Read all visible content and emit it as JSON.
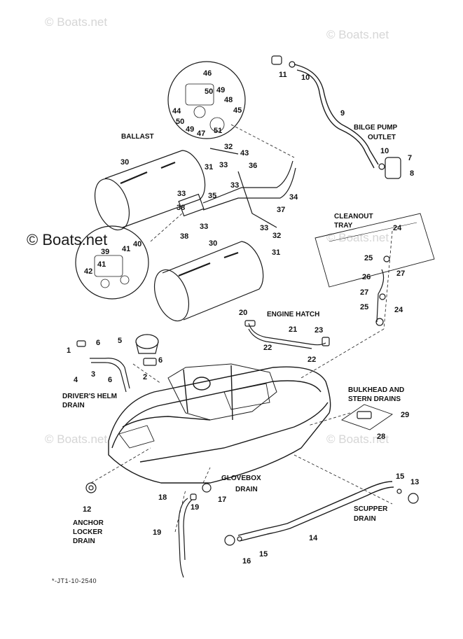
{
  "watermarks": {
    "small": "© Boats.net",
    "big": "© Boats.net"
  },
  "captions": {
    "ballast": "BALLAST",
    "bilge_pump_outlet_1": "BILGE PUMP",
    "bilge_pump_outlet_2": "OUTLET",
    "cleanout_tray_1": "CLEANOUT",
    "cleanout_tray_2": "TRAY",
    "engine_hatch": "ENGINE HATCH",
    "drivers_helm_drain_1": "DRIVER'S HELM",
    "drivers_helm_drain_2": "DRAIN",
    "bulkhead_stern_drains_1": "BULKHEAD AND",
    "bulkhead_stern_drains_2": "STERN DRAINS",
    "glovebox_drain_1": "GLOVEBOX",
    "glovebox_drain_2": "DRAIN",
    "scupper_drain_1": "SCUPPER",
    "scupper_drain_2": "DRAIN",
    "anchor_locker_drain_1": "ANCHOR",
    "anchor_locker_drain_2": "LOCKER",
    "anchor_locker_drain_3": "DRAIN"
  },
  "drawing_code": "*-JT1-10-2540",
  "part_numbers": [
    {
      "id": "p46",
      "label": "46"
    },
    {
      "id": "p50a",
      "label": "50"
    },
    {
      "id": "p49a",
      "label": "49"
    },
    {
      "id": "p48",
      "label": "48"
    },
    {
      "id": "p44",
      "label": "44"
    },
    {
      "id": "p45",
      "label": "45"
    },
    {
      "id": "p50b",
      "label": "50"
    },
    {
      "id": "p49b",
      "label": "49"
    },
    {
      "id": "p47",
      "label": "47"
    },
    {
      "id": "p51",
      "label": "51"
    },
    {
      "id": "p11",
      "label": "11"
    },
    {
      "id": "p10a",
      "label": "10"
    },
    {
      "id": "p9",
      "label": "9"
    },
    {
      "id": "p10b",
      "label": "10"
    },
    {
      "id": "p7",
      "label": "7"
    },
    {
      "id": "p8",
      "label": "8"
    },
    {
      "id": "p30a",
      "label": "30"
    },
    {
      "id": "p31a",
      "label": "31"
    },
    {
      "id": "p32a",
      "label": "32"
    },
    {
      "id": "p33a",
      "label": "33"
    },
    {
      "id": "p43",
      "label": "43"
    },
    {
      "id": "p36",
      "label": "36"
    },
    {
      "id": "p33b",
      "label": "33"
    },
    {
      "id": "p34",
      "label": "34"
    },
    {
      "id": "p33c",
      "label": "33"
    },
    {
      "id": "p35",
      "label": "35"
    },
    {
      "id": "p38a",
      "label": "38"
    },
    {
      "id": "p33d",
      "label": "33"
    },
    {
      "id": "p38b",
      "label": "38"
    },
    {
      "id": "p37",
      "label": "37"
    },
    {
      "id": "p33e",
      "label": "33"
    },
    {
      "id": "p32b",
      "label": "32"
    },
    {
      "id": "p31b",
      "label": "31"
    },
    {
      "id": "p30b",
      "label": "30"
    },
    {
      "id": "p39",
      "label": "39"
    },
    {
      "id": "p41a",
      "label": "41"
    },
    {
      "id": "p40",
      "label": "40"
    },
    {
      "id": "p42",
      "label": "42"
    },
    {
      "id": "p41b",
      "label": "41"
    },
    {
      "id": "p24a",
      "label": "24"
    },
    {
      "id": "p25a",
      "label": "25"
    },
    {
      "id": "p27a",
      "label": "27"
    },
    {
      "id": "p26",
      "label": "26"
    },
    {
      "id": "p27b",
      "label": "27"
    },
    {
      "id": "p25b",
      "label": "25"
    },
    {
      "id": "p24b",
      "label": "24"
    },
    {
      "id": "p20",
      "label": "20"
    },
    {
      "id": "p21",
      "label": "21"
    },
    {
      "id": "p23",
      "label": "23"
    },
    {
      "id": "p22a",
      "label": "22"
    },
    {
      "id": "p22b",
      "label": "22"
    },
    {
      "id": "p1",
      "label": "1"
    },
    {
      "id": "p6a",
      "label": "6"
    },
    {
      "id": "p5",
      "label": "5"
    },
    {
      "id": "p4",
      "label": "4"
    },
    {
      "id": "p3",
      "label": "3"
    },
    {
      "id": "p6b",
      "label": "6"
    },
    {
      "id": "p2",
      "label": "2"
    },
    {
      "id": "p6c",
      "label": "6"
    },
    {
      "id": "p29",
      "label": "29"
    },
    {
      "id": "p28",
      "label": "28"
    },
    {
      "id": "p12",
      "label": "12"
    },
    {
      "id": "p18",
      "label": "18"
    },
    {
      "id": "p19a",
      "label": "19"
    },
    {
      "id": "p17",
      "label": "17"
    },
    {
      "id": "p19b",
      "label": "19"
    },
    {
      "id": "p15a",
      "label": "15"
    },
    {
      "id": "p13",
      "label": "13"
    },
    {
      "id": "p14",
      "label": "14"
    },
    {
      "id": "p15b",
      "label": "15"
    },
    {
      "id": "p16",
      "label": "16"
    }
  ]
}
